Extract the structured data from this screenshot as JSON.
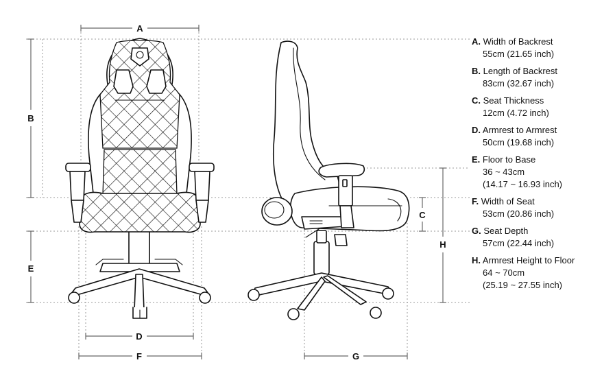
{
  "dimension_markers": {
    "a": "A",
    "b": "B",
    "c": "C",
    "d": "D",
    "e": "E",
    "f": "F",
    "g": "G",
    "h": "H"
  },
  "specs": [
    {
      "letter": "A.",
      "name": "Width of Backrest",
      "values": [
        "55cm (21.65 inch)"
      ]
    },
    {
      "letter": "B.",
      "name": "Length of Backrest",
      "values": [
        "83cm (32.67 inch)"
      ]
    },
    {
      "letter": "C.",
      "name": "Seat Thickness",
      "values": [
        "12cm (4.72 inch)"
      ]
    },
    {
      "letter": "D.",
      "name": "Armrest to Armrest",
      "values": [
        "50cm (19.68 inch)"
      ]
    },
    {
      "letter": "E.",
      "name": "Floor to Base",
      "values": [
        "36 ~ 43cm",
        "(14.17 ~ 16.93 inch)"
      ]
    },
    {
      "letter": "F.",
      "name": "Width of Seat",
      "values": [
        "53cm (20.86 inch)"
      ]
    },
    {
      "letter": "G.",
      "name": "Seat Depth",
      "values": [
        "57cm (22.44 inch)"
      ]
    },
    {
      "letter": "H.",
      "name": "Armrest Height to Floor",
      "values": [
        "64 ~ 70cm",
        "(25.19 ~ 27.55 inch)"
      ]
    }
  ],
  "colors": {
    "line": "#111111",
    "dimension": "#666666",
    "guide": "#9a9a9a"
  }
}
